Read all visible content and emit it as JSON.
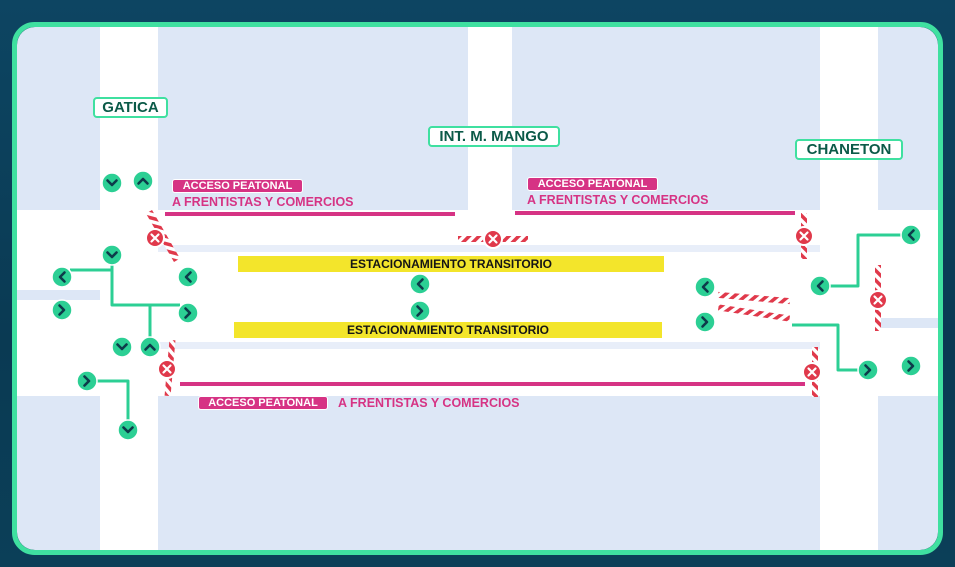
{
  "map": {
    "streets": {
      "gatica": "GATICA",
      "mango": "INT. M. MANGO",
      "chaneton": "CHANETON"
    },
    "pedestrian_access": [
      {
        "badge": "ACCESO PEATONAL",
        "text": "A FRENTISTAS Y COMERCIOS"
      },
      {
        "badge": "ACCESO PEATONAL",
        "text": "A FRENTISTAS Y COMERCIOS"
      },
      {
        "badge": "ACCESO PEATONAL",
        "text": "A FRENTISTAS Y COMERCIOS"
      }
    ],
    "parking": [
      "ESTACIONAMIENTO TRANSITORIO",
      "ESTACIONAMIENTO TRANSITORIO"
    ]
  },
  "colors": {
    "background": "#0b3b55",
    "frame": "#3fe0a0",
    "block": "#dde7f6",
    "road": "#ffffff",
    "pedestrian": "#d63384",
    "parking": "#f3e52b",
    "arrow": "#2ccf94",
    "closed": "#e0394b"
  },
  "icons": {
    "direction": "chevron-arrow-icon",
    "closed": "road-closed-icon",
    "barrier": "striped-barrier"
  }
}
